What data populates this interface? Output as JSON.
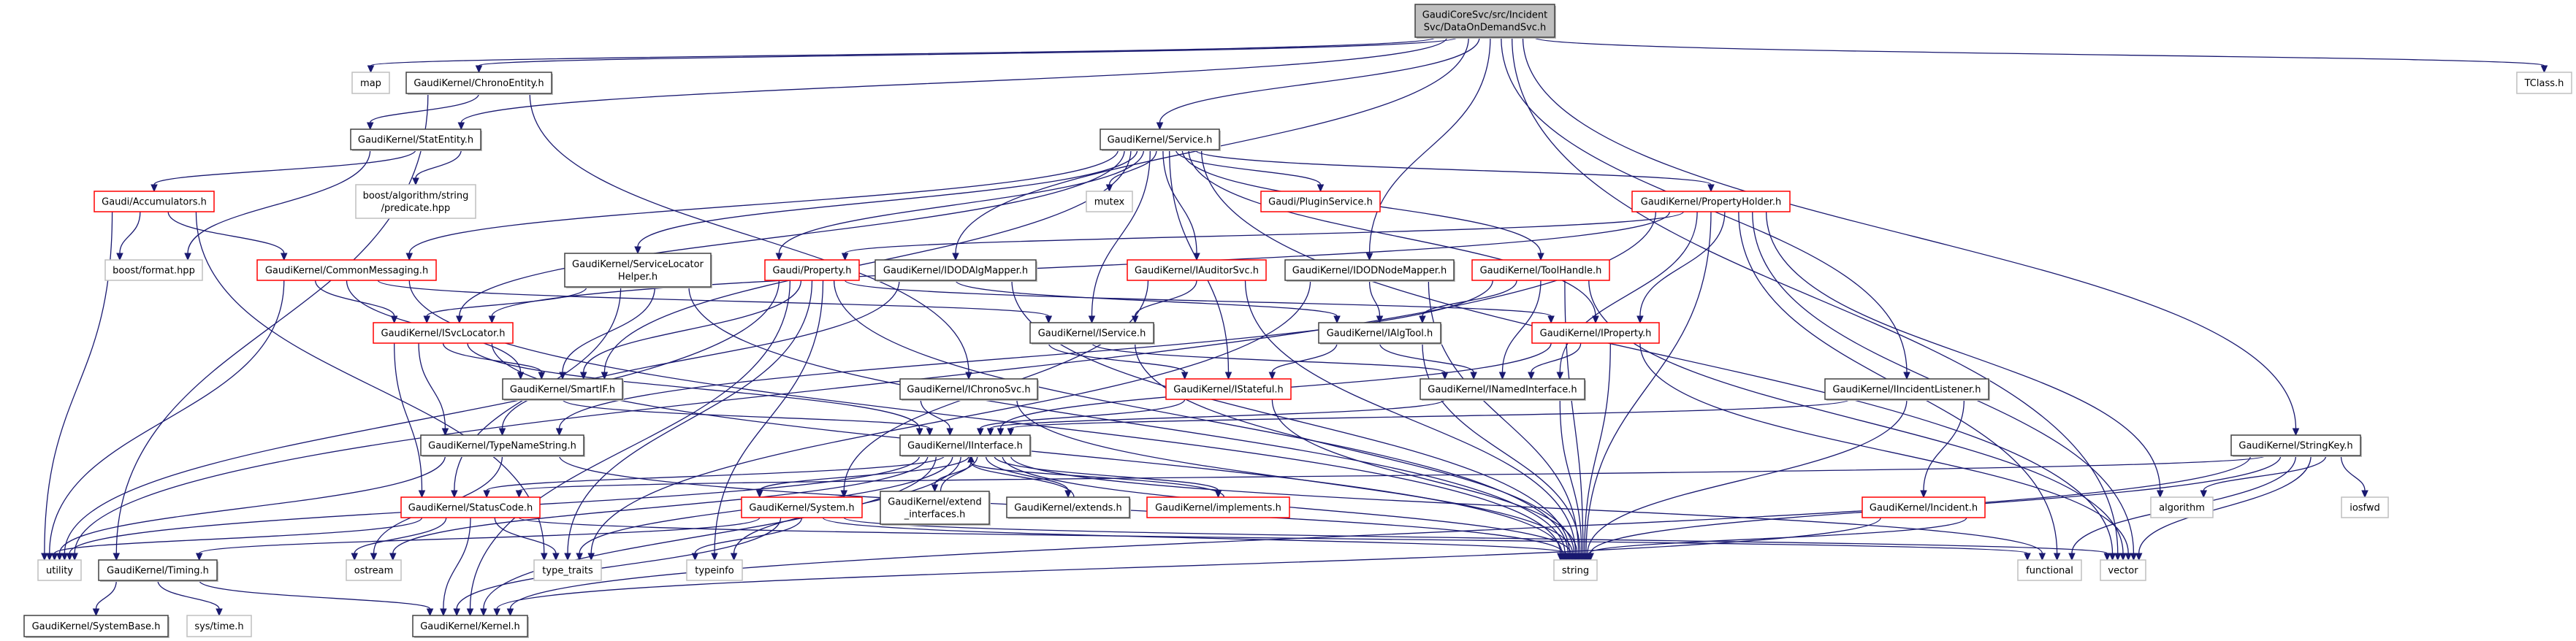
{
  "graph": {
    "colors": {
      "edge": "#191970",
      "documented_border": "#404040",
      "truncated_border": "#ff0000",
      "external_border": "#bfbfbf",
      "root_fill": "#bfbfbf"
    },
    "nodes": [
      {
        "id": "root",
        "lines": [
          "GaudiCoreSvc/src/Incident",
          "Svc/DataOnDemandSvc.h"
        ],
        "kind": "root"
      },
      {
        "id": "map",
        "lines": [
          "map"
        ],
        "kind": "external"
      },
      {
        "id": "chrono",
        "lines": [
          "GaudiKernel/ChronoEntity.h"
        ],
        "kind": "documented"
      },
      {
        "id": "tclass",
        "lines": [
          "TClass.h"
        ],
        "kind": "external"
      },
      {
        "id": "stat",
        "lines": [
          "GaudiKernel/StatEntity.h"
        ],
        "kind": "documented"
      },
      {
        "id": "service",
        "lines": [
          "GaudiKernel/Service.h"
        ],
        "kind": "documented"
      },
      {
        "id": "accum",
        "lines": [
          "Gaudi/Accumulators.h"
        ],
        "kind": "truncated"
      },
      {
        "id": "predicate",
        "lines": [
          "boost/algorithm/string",
          "/predicate.hpp"
        ],
        "kind": "external"
      },
      {
        "id": "mutex",
        "lines": [
          "mutex"
        ],
        "kind": "external"
      },
      {
        "id": "plugin",
        "lines": [
          "Gaudi/PluginService.h"
        ],
        "kind": "truncated"
      },
      {
        "id": "propholder",
        "lines": [
          "GaudiKernel/PropertyHolder.h"
        ],
        "kind": "truncated"
      },
      {
        "id": "bformat",
        "lines": [
          "boost/format.hpp"
        ],
        "kind": "external"
      },
      {
        "id": "commsg",
        "lines": [
          "GaudiKernel/CommonMessaging.h"
        ],
        "kind": "truncated"
      },
      {
        "id": "slhelper",
        "lines": [
          "GaudiKernel/ServiceLocator",
          "Helper.h"
        ],
        "kind": "documented"
      },
      {
        "id": "gproperty",
        "lines": [
          "Gaudi/Property.h"
        ],
        "kind": "truncated"
      },
      {
        "id": "dodalg",
        "lines": [
          "GaudiKernel/IDODAlgMapper.h"
        ],
        "kind": "documented"
      },
      {
        "id": "auditor",
        "lines": [
          "GaudiKernel/IAuditorSvc.h"
        ],
        "kind": "truncated"
      },
      {
        "id": "dodnode",
        "lines": [
          "GaudiKernel/IDODNodeMapper.h"
        ],
        "kind": "documented"
      },
      {
        "id": "toolhandle",
        "lines": [
          "GaudiKernel/ToolHandle.h"
        ],
        "kind": "truncated"
      },
      {
        "id": "isvcloc",
        "lines": [
          "GaudiKernel/ISvcLocator.h"
        ],
        "kind": "truncated"
      },
      {
        "id": "iservice",
        "lines": [
          "GaudiKernel/IService.h"
        ],
        "kind": "documented"
      },
      {
        "id": "ialgtool",
        "lines": [
          "GaudiKernel/IAlgTool.h"
        ],
        "kind": "documented"
      },
      {
        "id": "iproperty",
        "lines": [
          "GaudiKernel/IProperty.h"
        ],
        "kind": "truncated"
      },
      {
        "id": "smartif",
        "lines": [
          "GaudiKernel/SmartIF.h"
        ],
        "kind": "documented"
      },
      {
        "id": "ichrono",
        "lines": [
          "GaudiKernel/IChronoSvc.h"
        ],
        "kind": "documented"
      },
      {
        "id": "istateful",
        "lines": [
          "GaudiKernel/IStateful.h"
        ],
        "kind": "truncated"
      },
      {
        "id": "inamed",
        "lines": [
          "GaudiKernel/INamedInterface.h"
        ],
        "kind": "documented"
      },
      {
        "id": "iincident",
        "lines": [
          "GaudiKernel/IIncidentListener.h"
        ],
        "kind": "documented"
      },
      {
        "id": "typename",
        "lines": [
          "GaudiKernel/TypeNameString.h"
        ],
        "kind": "documented"
      },
      {
        "id": "iinterface",
        "lines": [
          "GaudiKernel/IInterface.h"
        ],
        "kind": "documented"
      },
      {
        "id": "stringkey",
        "lines": [
          "GaudiKernel/StringKey.h"
        ],
        "kind": "documented"
      },
      {
        "id": "statuscode",
        "lines": [
          "GaudiKernel/StatusCode.h"
        ],
        "kind": "truncated"
      },
      {
        "id": "system",
        "lines": [
          "GaudiKernel/System.h"
        ],
        "kind": "truncated"
      },
      {
        "id": "extendif",
        "lines": [
          "GaudiKernel/extend",
          "_interfaces.h"
        ],
        "kind": "documented"
      },
      {
        "id": "extends",
        "lines": [
          "GaudiKernel/extends.h"
        ],
        "kind": "documented"
      },
      {
        "id": "implements",
        "lines": [
          "GaudiKernel/implements.h"
        ],
        "kind": "truncated"
      },
      {
        "id": "incident",
        "lines": [
          "GaudiKernel/Incident.h"
        ],
        "kind": "truncated"
      },
      {
        "id": "algorithm",
        "lines": [
          "algorithm"
        ],
        "kind": "external"
      },
      {
        "id": "iosfwd",
        "lines": [
          "iosfwd"
        ],
        "kind": "external"
      },
      {
        "id": "utility",
        "lines": [
          "utility"
        ],
        "kind": "external"
      },
      {
        "id": "timing",
        "lines": [
          "GaudiKernel/Timing.h"
        ],
        "kind": "documented"
      },
      {
        "id": "ostream",
        "lines": [
          "ostream"
        ],
        "kind": "external"
      },
      {
        "id": "typetraits",
        "lines": [
          "type_traits"
        ],
        "kind": "external"
      },
      {
        "id": "typeinfo",
        "lines": [
          "typeinfo"
        ],
        "kind": "external"
      },
      {
        "id": "string",
        "lines": [
          "string"
        ],
        "kind": "external"
      },
      {
        "id": "functional",
        "lines": [
          "functional"
        ],
        "kind": "external"
      },
      {
        "id": "vector",
        "lines": [
          "vector"
        ],
        "kind": "external"
      },
      {
        "id": "systembase",
        "lines": [
          "GaudiKernel/SystemBase.h"
        ],
        "kind": "documented"
      },
      {
        "id": "systime",
        "lines": [
          "sys/time.h"
        ],
        "kind": "external"
      },
      {
        "id": "kernel",
        "lines": [
          "GaudiKernel/Kernel.h"
        ],
        "kind": "documented"
      }
    ],
    "edges": [
      [
        "root",
        "map"
      ],
      [
        "root",
        "chrono"
      ],
      [
        "root",
        "stat"
      ],
      [
        "root",
        "service"
      ],
      [
        "root",
        "dodalg"
      ],
      [
        "root",
        "dodnode"
      ],
      [
        "root",
        "iincident"
      ],
      [
        "root",
        "stringkey"
      ],
      [
        "root",
        "tclass"
      ],
      [
        "root",
        "vector"
      ],
      [
        "chrono",
        "stat"
      ],
      [
        "chrono",
        "timing"
      ],
      [
        "chrono",
        "ichrono"
      ],
      [
        "stat",
        "accum"
      ],
      [
        "stat",
        "predicate"
      ],
      [
        "stat",
        "bformat"
      ],
      [
        "accum",
        "bformat"
      ],
      [
        "accum",
        "commsg"
      ],
      [
        "accum",
        "utility"
      ],
      [
        "accum",
        "typetraits"
      ],
      [
        "commsg",
        "isvcloc"
      ],
      [
        "commsg",
        "smartif"
      ],
      [
        "commsg",
        "iservice"
      ],
      [
        "commsg",
        "utility"
      ],
      [
        "commsg",
        "string"
      ],
      [
        "service",
        "mutex"
      ],
      [
        "service",
        "plugin"
      ],
      [
        "service",
        "propholder"
      ],
      [
        "service",
        "auditor"
      ],
      [
        "service",
        "toolhandle"
      ],
      [
        "service",
        "slhelper"
      ],
      [
        "service",
        "commsg"
      ],
      [
        "service",
        "gproperty"
      ],
      [
        "service",
        "isvcloc"
      ],
      [
        "service",
        "smartif"
      ],
      [
        "service",
        "iservice"
      ],
      [
        "service",
        "iproperty"
      ],
      [
        "service",
        "istateful"
      ],
      [
        "service",
        "vector"
      ],
      [
        "propholder",
        "gproperty"
      ],
      [
        "propholder",
        "iproperty"
      ],
      [
        "propholder",
        "inamed"
      ],
      [
        "propholder",
        "utility"
      ],
      [
        "propholder",
        "string"
      ],
      [
        "propholder",
        "vector"
      ],
      [
        "propholder",
        "functional"
      ],
      [
        "propholder",
        "algorithm"
      ],
      [
        "propholder",
        "isvcloc"
      ],
      [
        "gproperty",
        "smartif"
      ],
      [
        "gproperty",
        "iproperty"
      ],
      [
        "gproperty",
        "typeinfo"
      ],
      [
        "gproperty",
        "typetraits"
      ],
      [
        "gproperty",
        "utility"
      ],
      [
        "gproperty",
        "kernel"
      ],
      [
        "gproperty",
        "string"
      ],
      [
        "slhelper",
        "isvcloc"
      ],
      [
        "slhelper",
        "smartif"
      ],
      [
        "slhelper",
        "statuscode"
      ],
      [
        "slhelper",
        "string"
      ],
      [
        "dodalg",
        "ialgtool"
      ],
      [
        "dodalg",
        "typename"
      ],
      [
        "dodalg",
        "string"
      ],
      [
        "auditor",
        "iservice"
      ],
      [
        "auditor",
        "system"
      ],
      [
        "auditor",
        "string"
      ],
      [
        "dodnode",
        "ialgtool"
      ],
      [
        "dodnode",
        "typetraits"
      ],
      [
        "dodnode",
        "string"
      ],
      [
        "toolhandle",
        "ialgtool"
      ],
      [
        "toolhandle",
        "inamed"
      ],
      [
        "toolhandle",
        "typename"
      ],
      [
        "toolhandle",
        "string"
      ],
      [
        "toolhandle",
        "vector"
      ],
      [
        "isvcloc",
        "smartif"
      ],
      [
        "isvcloc",
        "typename"
      ],
      [
        "isvcloc",
        "iinterface"
      ],
      [
        "isvcloc",
        "statuscode"
      ],
      [
        "isvcloc",
        "string"
      ],
      [
        "smartif",
        "iinterface"
      ],
      [
        "iservice",
        "istateful"
      ],
      [
        "iservice",
        "inamed"
      ],
      [
        "iservice",
        "string"
      ],
      [
        "ialgtool",
        "istateful"
      ],
      [
        "ialgtool",
        "inamed"
      ],
      [
        "ialgtool",
        "string"
      ],
      [
        "iproperty",
        "inamed"
      ],
      [
        "iproperty",
        "iinterface"
      ],
      [
        "iproperty",
        "string"
      ],
      [
        "iproperty",
        "vector"
      ],
      [
        "ichrono",
        "iinterface"
      ],
      [
        "ichrono",
        "string"
      ],
      [
        "istateful",
        "iinterface"
      ],
      [
        "istateful",
        "string"
      ],
      [
        "inamed",
        "iinterface"
      ],
      [
        "inamed",
        "string"
      ],
      [
        "iincident",
        "iinterface"
      ],
      [
        "iincident",
        "incident"
      ],
      [
        "iincident",
        "string"
      ],
      [
        "typename",
        "utility"
      ],
      [
        "typename",
        "string"
      ],
      [
        "typename",
        "ostream"
      ],
      [
        "iinterface",
        "statuscode"
      ],
      [
        "iinterface",
        "system"
      ],
      [
        "iinterface",
        "extendif"
      ],
      [
        "iinterface",
        "extends"
      ],
      [
        "iinterface",
        "implements"
      ],
      [
        "iinterface",
        "kernel"
      ],
      [
        "iinterface",
        "ostream"
      ],
      [
        "iinterface",
        "typeinfo"
      ],
      [
        "iinterface",
        "typetraits"
      ],
      [
        "iinterface",
        "string"
      ],
      [
        "iinterface",
        "functional"
      ],
      [
        "iinterface",
        "utility"
      ],
      [
        "extendif",
        "iinterface"
      ],
      [
        "extends",
        "iinterface"
      ],
      [
        "implements",
        "iinterface"
      ],
      [
        "statuscode",
        "utility"
      ],
      [
        "statuscode",
        "ostream"
      ],
      [
        "statuscode",
        "typetraits"
      ],
      [
        "statuscode",
        "kernel"
      ],
      [
        "statuscode",
        "functional"
      ],
      [
        "system",
        "timing"
      ],
      [
        "system",
        "typeinfo"
      ],
      [
        "system",
        "kernel"
      ],
      [
        "system",
        "string"
      ],
      [
        "system",
        "vector"
      ],
      [
        "incident",
        "string"
      ],
      [
        "incident",
        "kernel"
      ],
      [
        "stringkey",
        "statuscode"
      ],
      [
        "stringkey",
        "algorithm"
      ],
      [
        "stringkey",
        "iosfwd"
      ],
      [
        "stringkey",
        "string"
      ],
      [
        "stringkey",
        "vector"
      ],
      [
        "stringkey",
        "functional"
      ],
      [
        "stringkey",
        "kernel"
      ],
      [
        "timing",
        "systembase"
      ],
      [
        "timing",
        "systime"
      ],
      [
        "timing",
        "kernel"
      ]
    ]
  }
}
